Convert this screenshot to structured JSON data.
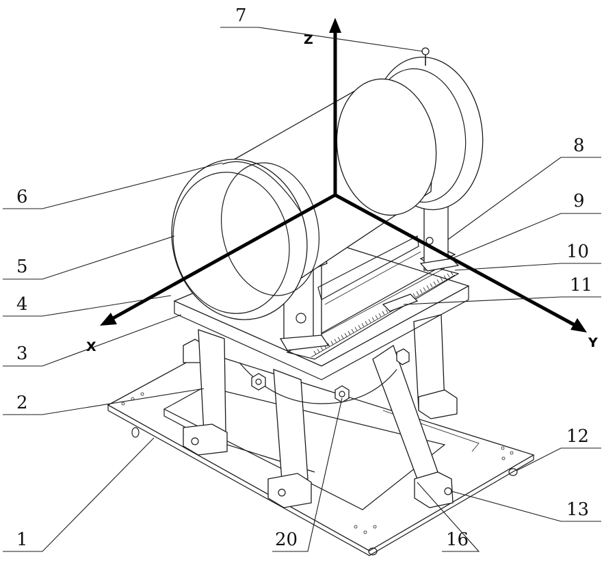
{
  "axes": {
    "x": "X",
    "y": "Y",
    "z": "Z"
  },
  "labels": [
    "7",
    "6",
    "8",
    "5",
    "9",
    "10",
    "4",
    "11",
    "3",
    "2",
    "12",
    "13",
    "1",
    "20",
    "16"
  ]
}
